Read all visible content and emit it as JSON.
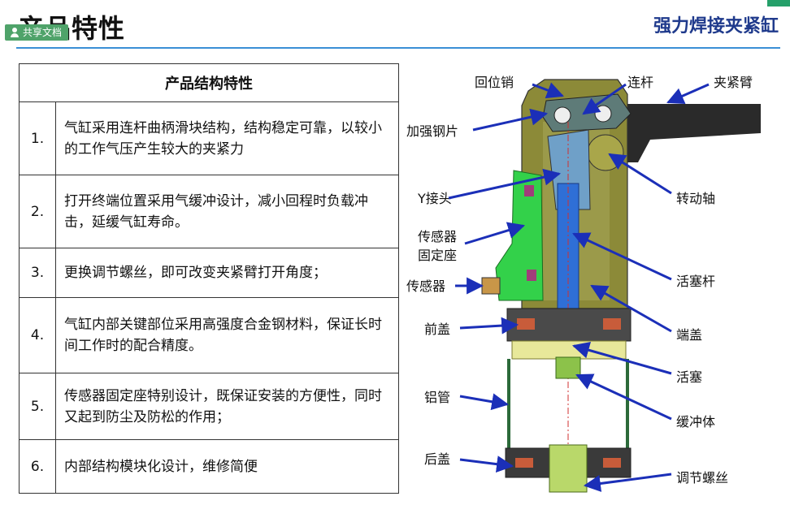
{
  "header": {
    "title": "产品特性",
    "subtitle": "强力焊接夹紧缸",
    "badge": "共享文档"
  },
  "table": {
    "heading": "产品结构特性",
    "rows": [
      {
        "num": "1.",
        "text": "气缸采用连杆曲柄滑块结构，结构稳定可靠，以较小的工作气压产生较大的夹紧力"
      },
      {
        "num": "2.",
        "text": "打开终端位置采用气缓冲设计，减小回程时负载冲击，延缓气缸寿命。"
      },
      {
        "num": "3.",
        "text": "更换调节螺丝，即可改变夹紧臂打开角度；"
      },
      {
        "num": "4.",
        "text": "气缸内部关键部位采用高强度合金钢材料，保证长时间工作时的配合精度。"
      },
      {
        "num": "5.",
        "text": "传感器固定座特别设计，既保证安装的方便性，同时又起到防尘及防松的作用；"
      },
      {
        "num": "6.",
        "text": "内部结构模块化设计，维修简便"
      }
    ]
  },
  "diagram": {
    "labels": {
      "return_pin": "回位销",
      "link": "连杆",
      "clamp_arm": "夹紧臂",
      "reinforcing_plate": "加强钢片",
      "rotating_shaft": "转动轴",
      "y_joint": "Y接头",
      "sensor_mount_1": "传感器",
      "sensor_mount_2": "固定座",
      "sensor": "传感器",
      "piston_rod": "活塞杆",
      "front_cover": "前盖",
      "end_cover": "端盖",
      "piston": "活塞",
      "aluminum_tube": "铝管",
      "buffer": "缓冲体",
      "rear_cover": "后盖",
      "adjusting_screw": "调节螺丝"
    },
    "colors": {
      "arrow": "#1b2fb8",
      "body": "#8a8a32",
      "rod": "#2f6fd6",
      "sensor_seat": "#36d04a",
      "link_plate": "#5b7a78"
    }
  }
}
